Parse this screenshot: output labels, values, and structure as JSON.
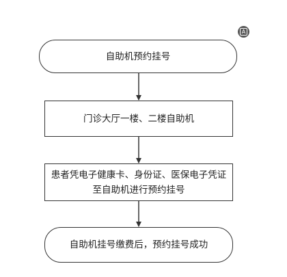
{
  "flow": {
    "step1": "自助机预约挂号",
    "step2": "门诊大厅一楼、二楼自助机",
    "step3": "患者凭电子健康卡、身份证、医保电子凭证至自助机进行预约挂号",
    "step4": "自助机挂号缴费后，预约挂号成功"
  },
  "corner_icon": {
    "name": "ai-assistant-icon",
    "glyph": "A"
  },
  "colors": {
    "stroke": "#333333",
    "text": "#222222",
    "icon_bg": "#555555"
  }
}
